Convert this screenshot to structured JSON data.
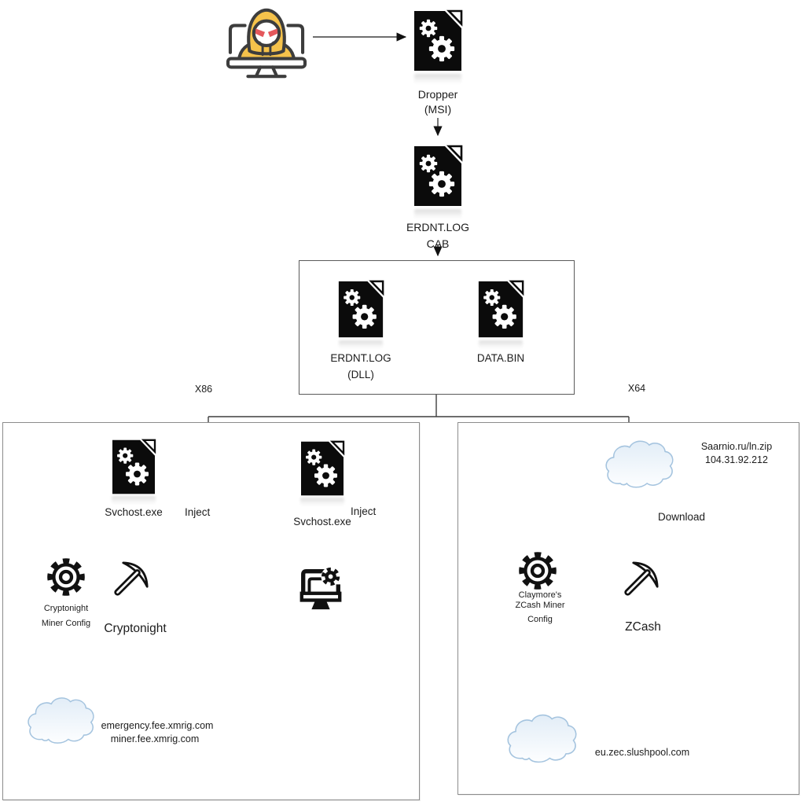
{
  "flow": {
    "dropper": {
      "line1": "Dropper",
      "line2": "(MSI)"
    },
    "cab": {
      "line1": "ERDNT.LOG",
      "line2": "CAB"
    },
    "payload": {
      "dll_line1": "ERDNT.LOG",
      "dll_line2": "(DLL)",
      "bin": "DATA.BIN"
    },
    "branch_left": "X86",
    "branch_right": "X64"
  },
  "x86": {
    "svchost_a": "Svchost.exe",
    "inject_a": "Inject",
    "svchost_b": "Svchost.exe",
    "inject_b": "Inject",
    "config_line1": "Cryptonight",
    "config_line2": "Miner Config",
    "miner": "Cryptonight",
    "pool_line1": "emergency.fee.xmrig.com",
    "pool_line2": "miner.fee.xmrig.com"
  },
  "x64": {
    "source_line1": "Saarnio.ru/ln.zip",
    "source_line2": "104.31.92.212",
    "download": "Download",
    "config_line1": "Claymore's",
    "config_line2": "ZCash Miner",
    "config_line3": "Config",
    "miner": "ZCash",
    "pool": "eu.zec.slushpool.com"
  },
  "icons": {
    "hacker": "hacker-at-laptop-icon",
    "file_gear": "file-with-gears-icon",
    "gear_outline": "config-gear-icon",
    "pickaxe": "miner-pickaxe-icon",
    "monitor_gear": "monitor-with-gear-icon",
    "cloud": "network-cloud-icon"
  },
  "colors": {
    "hoodie_yellow": "#F5C24B",
    "eyes_red": "#E4585C",
    "icon_black": "#0B0B0B",
    "cloud_stroke": "#A5C4DF",
    "cloud_fill_top": "#E2EDF7",
    "connector_line": "#3F3F3F",
    "outer_box_border": "#8C8C8C",
    "payload_box_border": "#5A5A5A"
  }
}
